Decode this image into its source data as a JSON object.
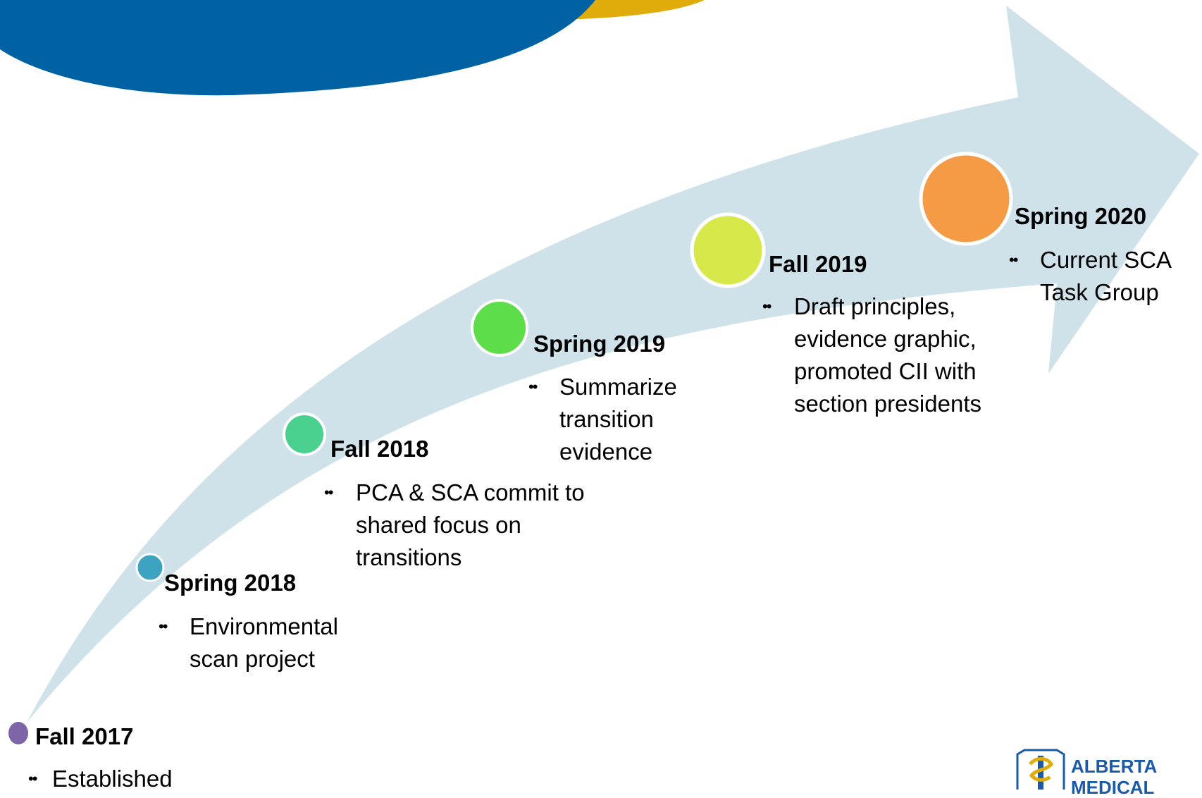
{
  "milestones": [
    {
      "title": "Fall 2017",
      "items": [
        "Established"
      ],
      "color": "#7e65a8"
    },
    {
      "title": "Spring 2018",
      "items": [
        "Environmental scan project"
      ],
      "color": "#3ea3c0"
    },
    {
      "title": "Fall 2018",
      "items": [
        "PCA & SCA commit to shared focus on transitions"
      ],
      "color": "#4ad18f"
    },
    {
      "title": "Spring 2019",
      "items": [
        "Summarize transition evidence"
      ],
      "color": "#5ddd4a"
    },
    {
      "title": "Fall 2019",
      "items": [
        "Draft principles, evidence graphic, promoted CII with section presidents"
      ],
      "color": "#d6e84a"
    },
    {
      "title": "Spring 2020",
      "items": [
        "Current SCA Task Group"
      ],
      "color": "#f59a45"
    }
  ],
  "bullet_glyph": "••",
  "logo": {
    "line1": "ALBERTA",
    "line2": "MEDICAL"
  },
  "colors": {
    "arrow": "#cfe2ea",
    "banner_blue": "#0061a3",
    "banner_gold": "#e0ac0c",
    "logo_blue": "#1a5aa6"
  }
}
